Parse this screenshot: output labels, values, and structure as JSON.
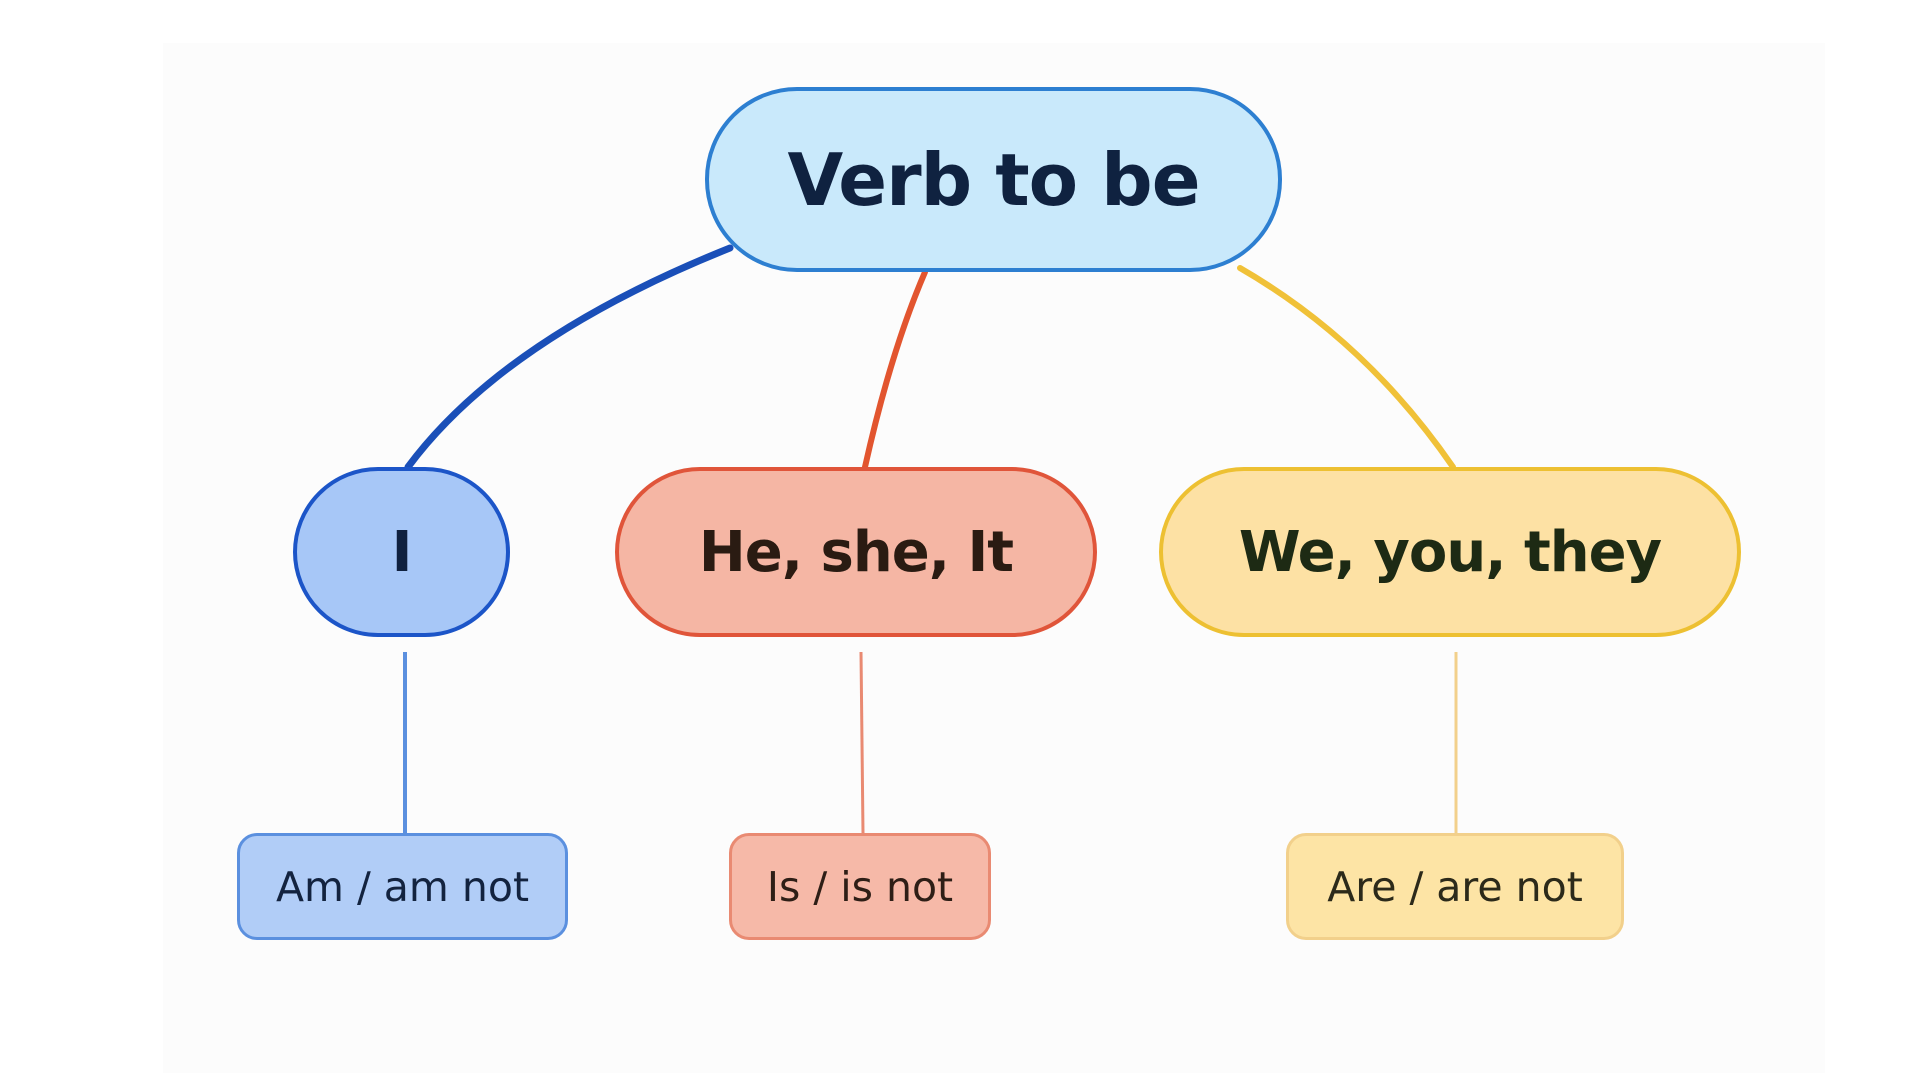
{
  "diagram": {
    "root": {
      "label": "Verb to be",
      "color": "#c9e9fb",
      "border": "#2d7fd1"
    },
    "branches": [
      {
        "label": "I",
        "color": "#a7c7f7",
        "border": "#1c55c8",
        "connector": "#1a4fb8"
      },
      {
        "label": "He, she, It",
        "color": "#f5b6a4",
        "border": "#e0553a",
        "connector": "#e2552f"
      },
      {
        "label": "We, you, they",
        "color": "#fde1a4",
        "border": "#edc032",
        "connector": "#f0c138"
      }
    ],
    "leaves": [
      {
        "label": "Am / am not",
        "color": "#b1cdf7",
        "connector": "#5b90df"
      },
      {
        "label": "Is / is not",
        "color": "#f6b9a8",
        "connector": "#e98a72"
      },
      {
        "label": "Are / are not",
        "color": "#fde4a5",
        "connector": "#f2d08b"
      }
    ]
  }
}
